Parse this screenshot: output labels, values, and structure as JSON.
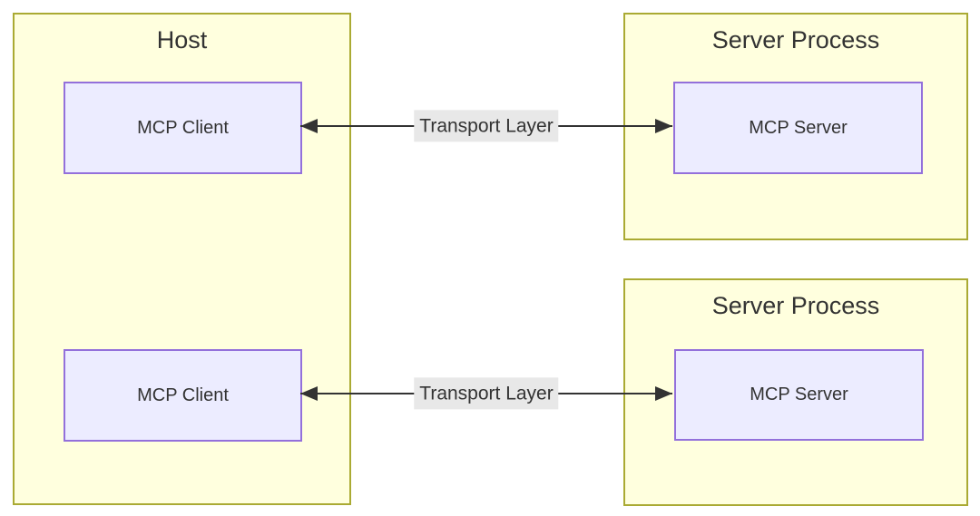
{
  "diagram": {
    "host": {
      "title": "Host",
      "clients": [
        {
          "label": "MCP Client"
        },
        {
          "label": "MCP Client"
        }
      ]
    },
    "server_processes": [
      {
        "title": "Server Process",
        "server_label": "MCP Server"
      },
      {
        "title": "Server Process",
        "server_label": "MCP Server"
      }
    ],
    "edges": [
      {
        "label": "Transport Layer",
        "from": "MCP Client",
        "to": "MCP Server",
        "direction": "bidirectional"
      },
      {
        "label": "Transport Layer",
        "from": "MCP Client",
        "to": "MCP Server",
        "direction": "bidirectional"
      }
    ]
  },
  "colors": {
    "container-fill": "#ffffde",
    "container-stroke": "#aaaa33",
    "node-fill": "#ececff",
    "node-stroke": "#9370db",
    "edge-stroke": "#333333",
    "edge-label-bg": "#e8e8e8",
    "text": "#333333",
    "background": "#ffffff"
  }
}
